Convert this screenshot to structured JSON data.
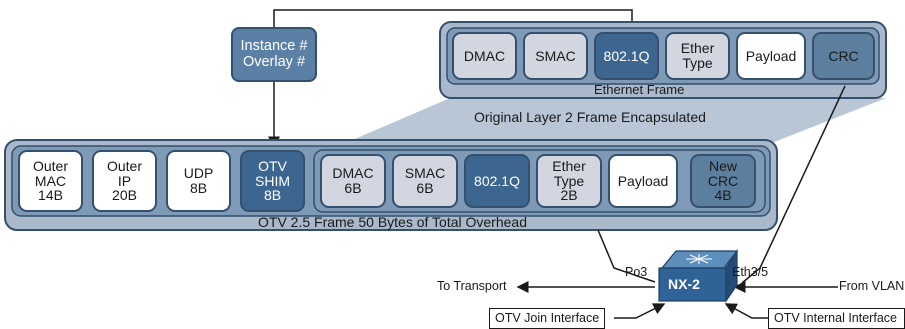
{
  "overlay_callout": "Instance #\nOverlay #",
  "ethernet_frame": {
    "caption": "Ethernet Frame",
    "fields": [
      "DMAC",
      "SMAC",
      "802.1Q",
      "Ether\nType",
      "Payload",
      "CRC"
    ]
  },
  "encapsulated_caption": "Original Layer 2 Frame Encapsulated",
  "otv_frame": {
    "caption": "OTV 2.5 Frame 50 Bytes of Total Overhead",
    "outer_fields": [
      "Outer\nMAC\n14B",
      "Outer\nIP\n20B",
      "UDP\n8B",
      "OTV\nSHIM\n8B"
    ],
    "inner_fields": [
      "DMAC\n6B",
      "SMAC\n6B",
      "802.1Q",
      "Ether\nType\n2B",
      "Payload",
      "New\nCRC\n4B"
    ]
  },
  "switch": {
    "name": "NX-2",
    "port_left": "Po3",
    "port_right": "Eth3/5"
  },
  "labels": {
    "to_transport": "To Transport",
    "from_vlan": "From VLAN",
    "join_interface": "OTV Join Interface",
    "internal_interface": "OTV Internal Interface"
  },
  "colors": {
    "container_outer": "#a9b8ca",
    "container_inner": "#7f9ab6",
    "field_dark": "#3c6690",
    "field_light": "#d2d6e0"
  }
}
